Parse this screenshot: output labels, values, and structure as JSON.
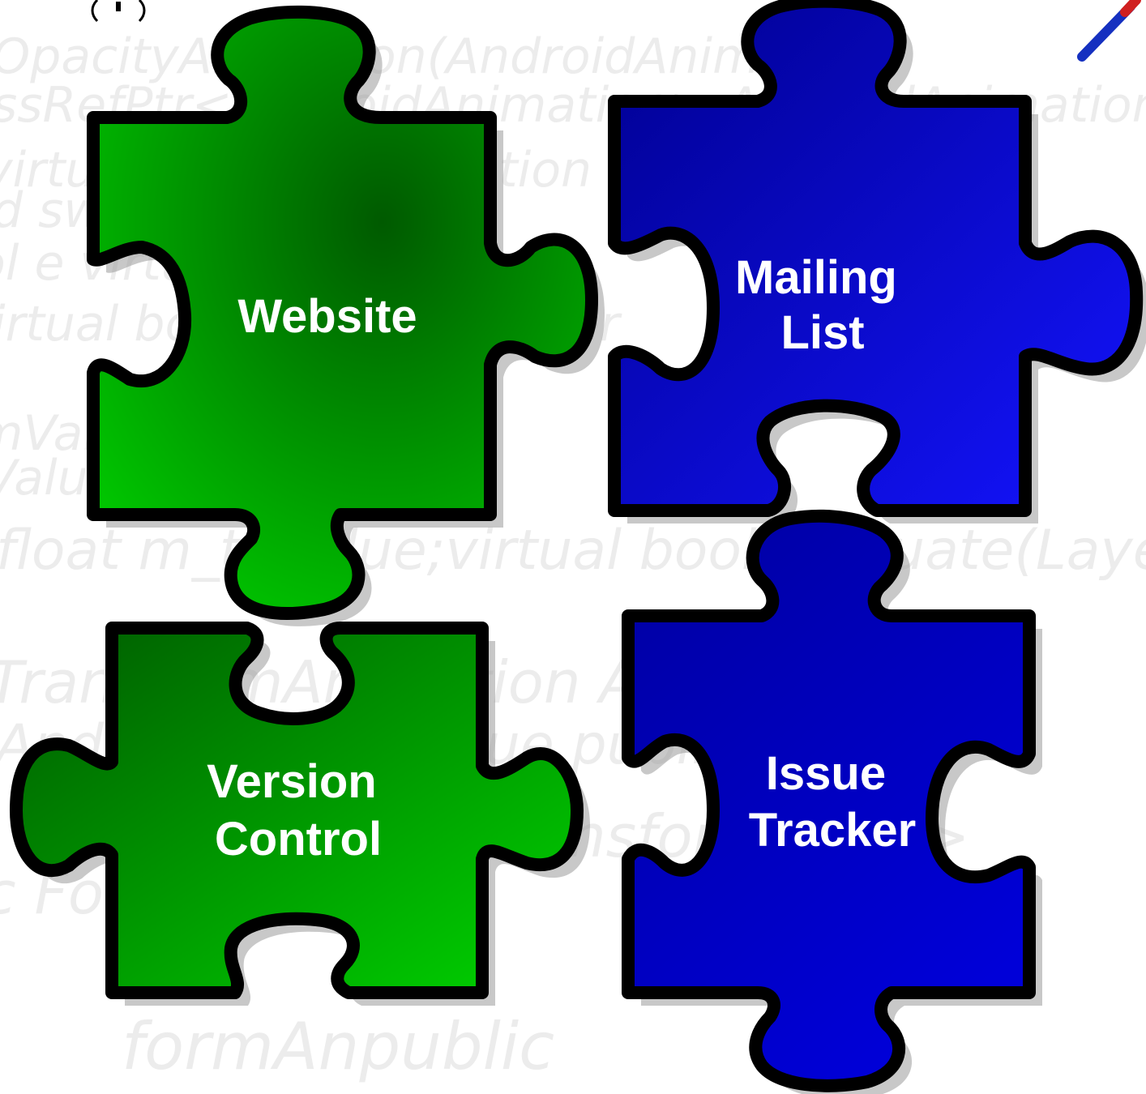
{
  "pieces": [
    {
      "id": "website",
      "lines": [
        "Website"
      ],
      "color": "green"
    },
    {
      "id": "mailing-list",
      "lines": [
        "Mailing",
        "List"
      ],
      "color": "blue"
    },
    {
      "id": "version-control",
      "lines": [
        "Version",
        "Control"
      ],
      "color": "green"
    },
    {
      "id": "issue-tracker",
      "lines": [
        "Issue",
        "Tracker"
      ],
      "color": "blue"
    }
  ],
  "colors": {
    "green_light": "#00d400",
    "green_dark": "#005a00",
    "blue_light": "#1010ff",
    "blue_dark": "#000090",
    "outline": "#000000",
    "shadow": "#9a9a9a",
    "watermark": "#ececec"
  },
  "watermark_lines": [
    "OpacityAnimation(AndroidAnimation",
    "ssRefPtr<AndroidAnimation> AndroidAnimation",
    "virtual AndroidAnimation copy",
    "d swap Android ion(",
    "ol e virtual",
    "irtual bool evaluate(Layer",
    "mValue",
    "Value",
    "float m_toValue;virtual bool evaluate(Layer",
    "TransformAnimation   AndroidA",
    "AndroidA   m_toValue   public A",
    "   transformation>",
    "c FormA   instance",
    "formAnpublic"
  ]
}
